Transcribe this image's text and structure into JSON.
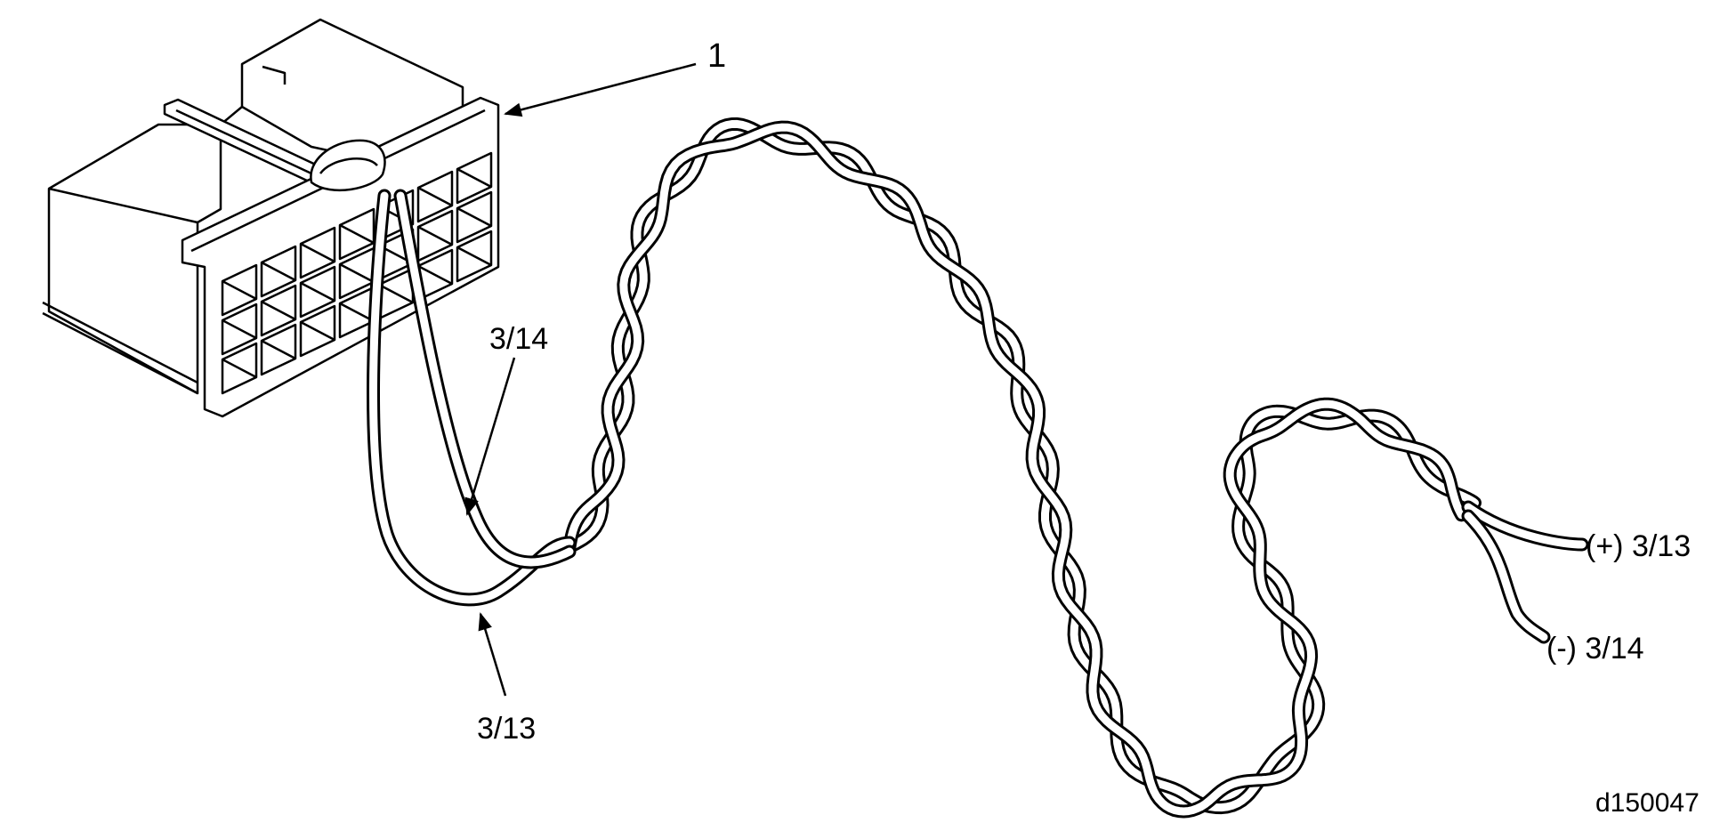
{
  "callouts": {
    "item_1": "1",
    "wire_3_14": "3/14",
    "wire_3_13": "3/13",
    "positive_end": "(+) 3/13",
    "negative_end": "(-) 3/14",
    "figure_id": "d150047"
  },
  "connector": {
    "cavity_rows": 3,
    "cavity_columns": 7
  }
}
